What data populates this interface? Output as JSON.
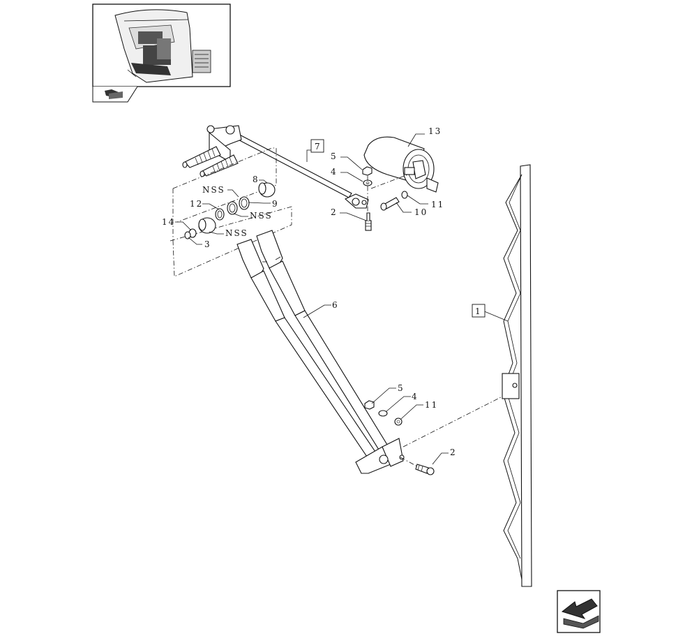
{
  "labels": {
    "p1": "1",
    "p2a": "2",
    "p2b": "2",
    "p3": "3",
    "p4a": "4",
    "p4b": "4",
    "p5a": "5",
    "p5b": "5",
    "p6": "6",
    "p7": "7",
    "p8": "8",
    "p9": "9",
    "p10": "10",
    "p11a": "11",
    "p11b": "11",
    "p12": "12",
    "p13": "13",
    "p14": "14",
    "nss1": "NSS",
    "nss2": "NSS",
    "nss3": "NSS"
  },
  "icons": {
    "thumbnail": "tractor-cab-thumbnail",
    "reference": "book-reference-icon",
    "nav": "previous-page-arrow-icon"
  }
}
